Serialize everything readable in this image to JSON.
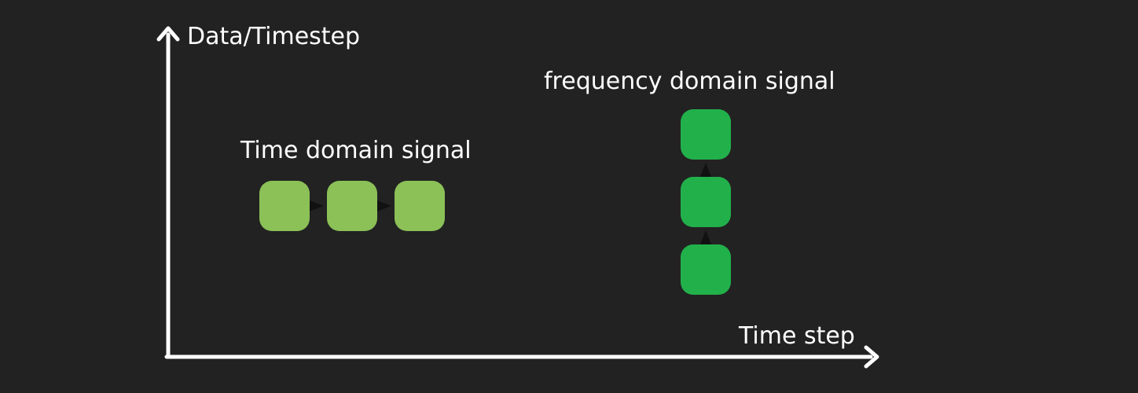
{
  "axes": {
    "y_label": "Data/Timestep",
    "x_label": "Time step",
    "color": "#ffffff"
  },
  "time_domain": {
    "title": "Time domain signal",
    "node_count": 3,
    "color": "#8bc157"
  },
  "frequency_domain": {
    "title": "frequency domain signal",
    "node_count": 3,
    "color": "#22b04b"
  },
  "arrow_color": "#111111",
  "background": "#222222"
}
